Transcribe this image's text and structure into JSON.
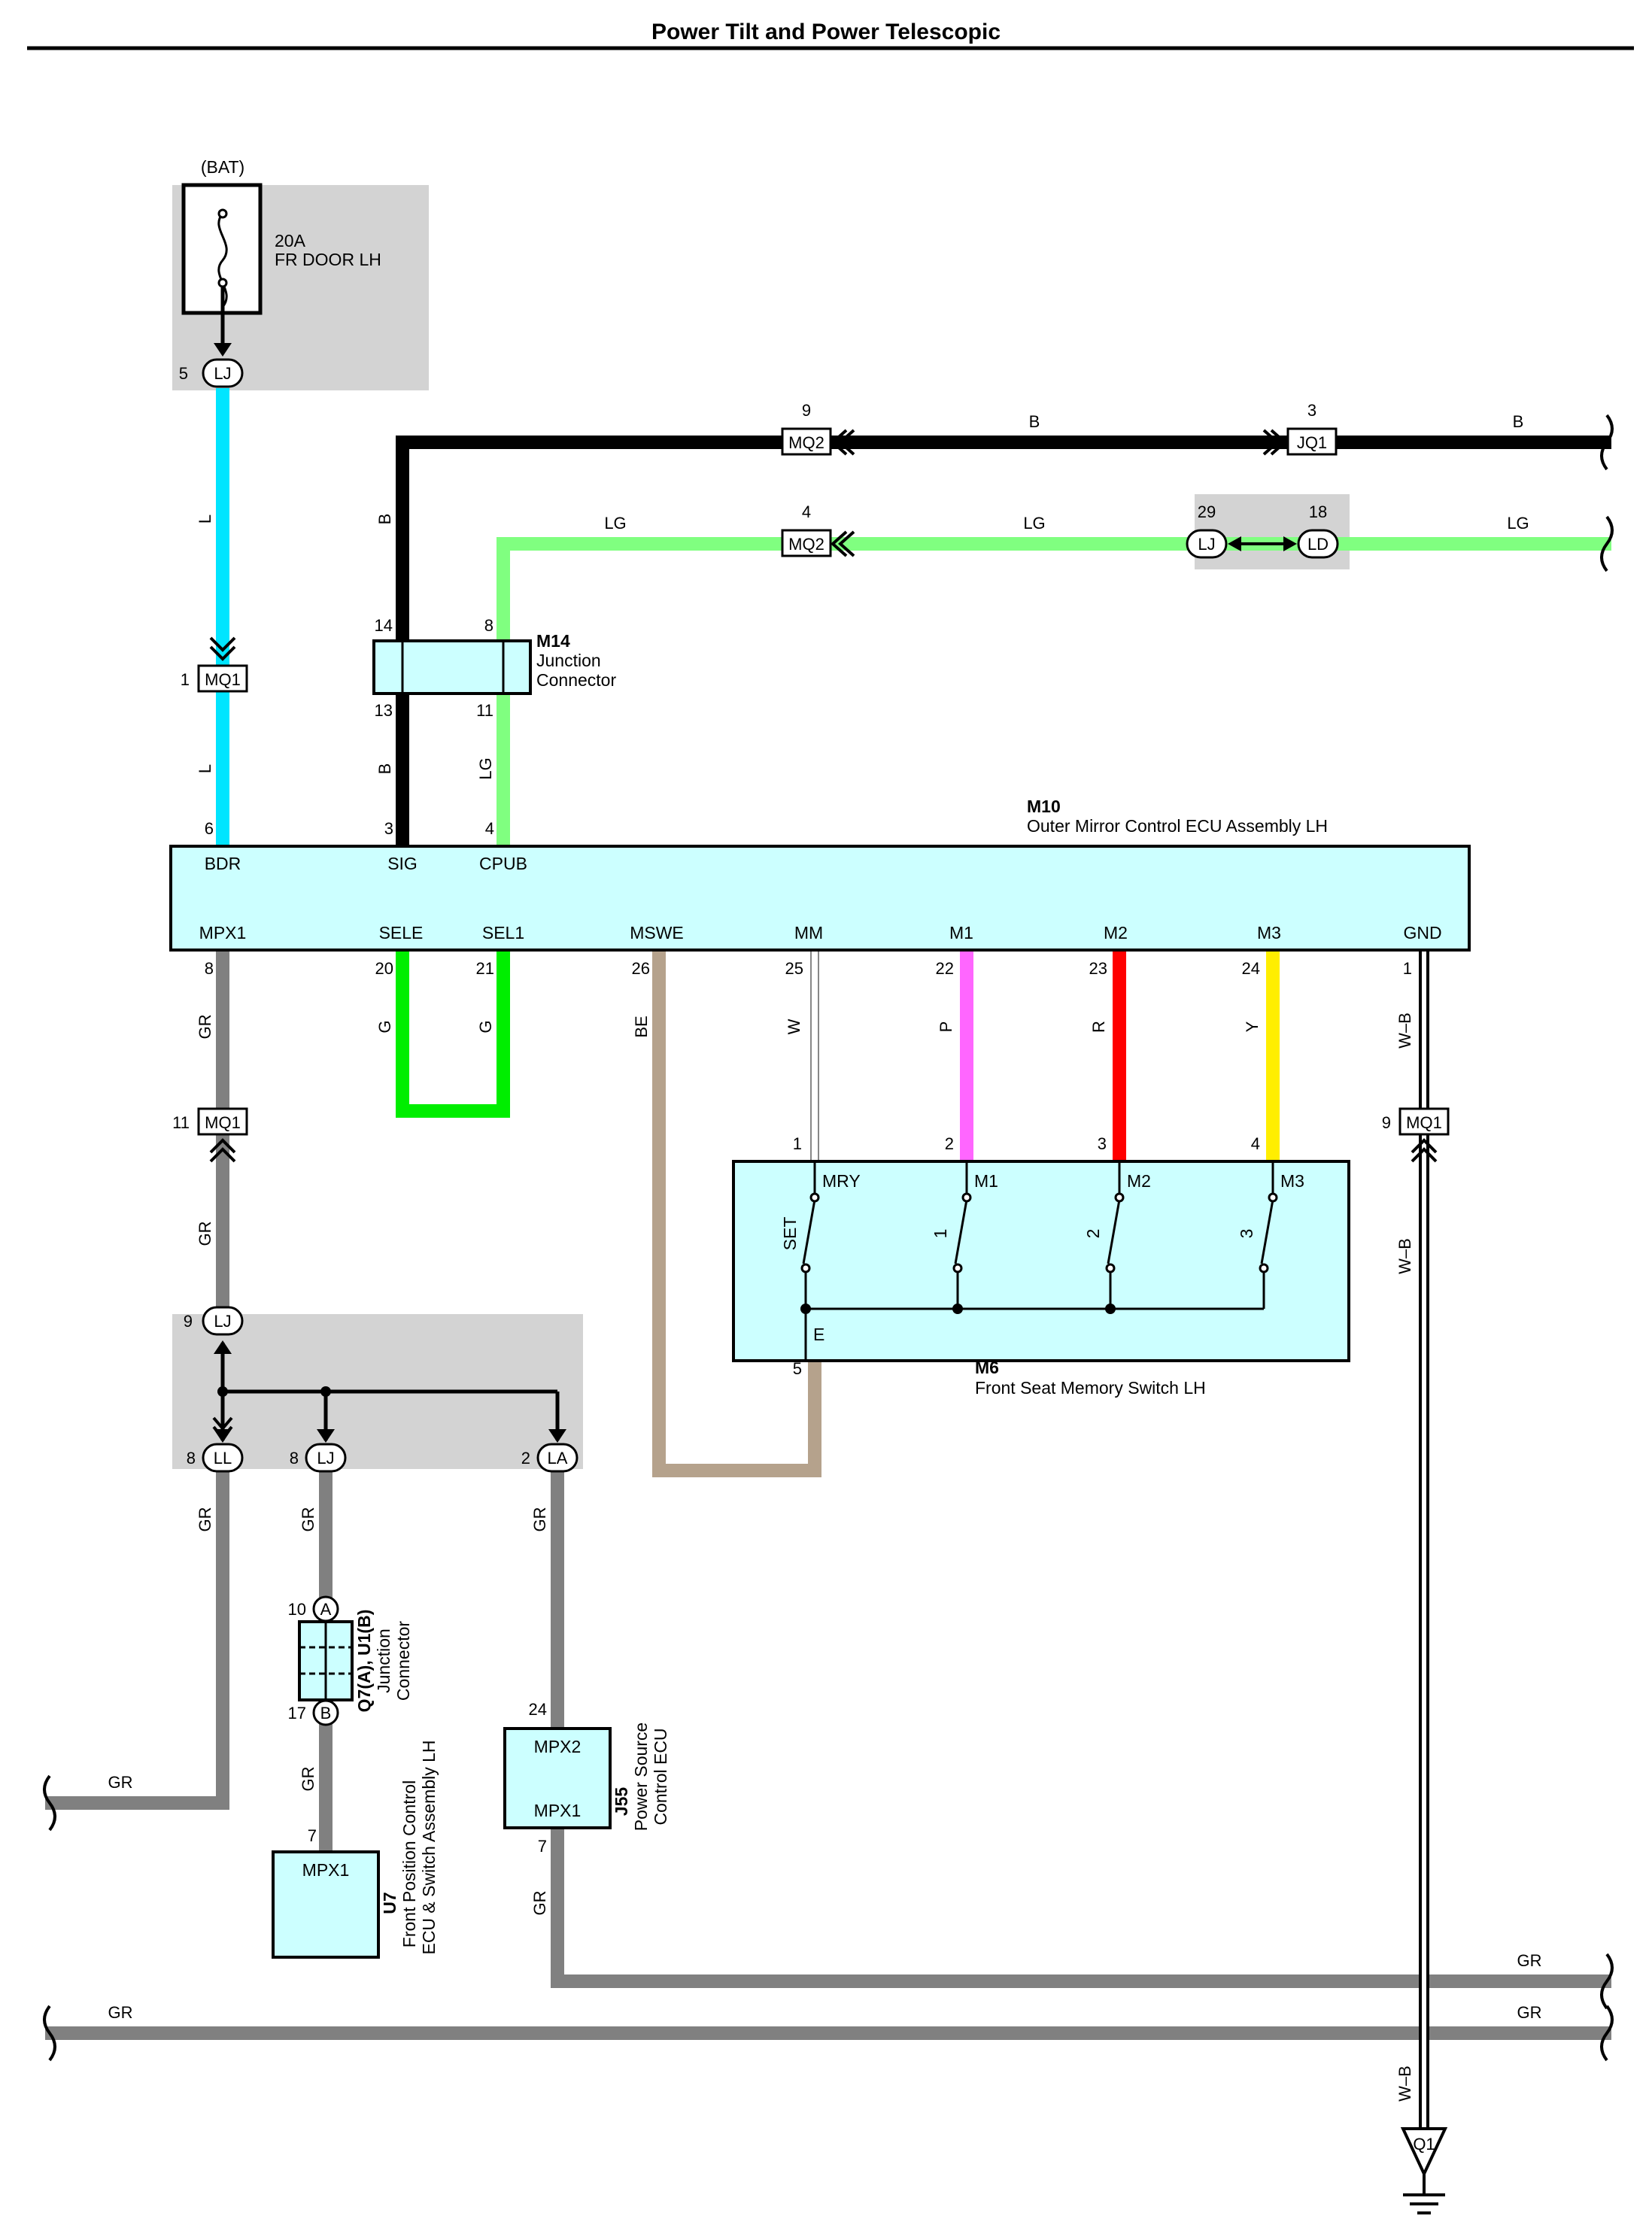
{
  "title": "Power Tilt and Power Telescopic",
  "colors": {
    "L": "#00e5ff",
    "B": "#000000",
    "LG": "#80ff80",
    "G": "#00ee00",
    "GR": "#808080",
    "BE": "#b5a28c",
    "P": "#ff66ff",
    "R": "#ff0000",
    "Y": "#ffee00",
    "W": "#ffffff",
    "component": "#ccffff",
    "shade": "#d3d3d3"
  },
  "fuse": {
    "source": "(BAT)",
    "rating": "20A",
    "name": "FR DOOR LH",
    "pin": "5",
    "conn": "LJ"
  },
  "wire_codes": {
    "L": "L",
    "B": "B",
    "LG": "LG",
    "G": "G",
    "GR": "GR",
    "BE": "BE",
    "W": "W",
    "P": "P",
    "R": "R",
    "Y": "Y",
    "WB": "W–B"
  },
  "connectors": {
    "mq2_top": {
      "pin": "9",
      "name": "MQ2"
    },
    "jq1": {
      "pin": "3",
      "name": "JQ1"
    },
    "mq2_lg": {
      "pin": "4",
      "name": "MQ2"
    },
    "lj29": {
      "pin": "29",
      "name": "LJ"
    },
    "ld18": {
      "pin": "18",
      "name": "LD"
    },
    "mq1_1": {
      "pin": "1",
      "name": "MQ1"
    },
    "mq1_11": {
      "pin": "11",
      "name": "MQ1"
    },
    "mq1_9": {
      "pin": "9",
      "name": "MQ1"
    },
    "lj9": {
      "pin": "9",
      "name": "LJ"
    },
    "ll8": {
      "pin": "8",
      "name": "LL"
    },
    "lj8": {
      "pin": "8",
      "name": "LJ"
    },
    "la2": {
      "pin": "2",
      "name": "LA"
    }
  },
  "m14": {
    "code": "M14",
    "line1": "Junction",
    "line2": "Connector",
    "pins": [
      "14",
      "8",
      "13",
      "11"
    ]
  },
  "m10": {
    "code": "M10",
    "name": "Outer Mirror Control ECU Assembly LH",
    "top_terms": [
      {
        "label": "BDR",
        "pin": "6"
      },
      {
        "label": "SIG",
        "pin": "3"
      },
      {
        "label": "CPUB",
        "pin": "4"
      }
    ],
    "bottom_terms": [
      {
        "label": "MPX1",
        "pin": "8"
      },
      {
        "label": "SELE",
        "pin": "20"
      },
      {
        "label": "SEL1",
        "pin": "21"
      },
      {
        "label": "MSWE",
        "pin": "26"
      },
      {
        "label": "MM",
        "pin": "25"
      },
      {
        "label": "M1",
        "pin": "22"
      },
      {
        "label": "M2",
        "pin": "23"
      },
      {
        "label": "M3",
        "pin": "24"
      },
      {
        "label": "GND",
        "pin": "1"
      }
    ]
  },
  "m6": {
    "code": "M6",
    "name": "Front Seat Memory Switch LH",
    "terms": [
      "MRY",
      "M1",
      "M2",
      "M3"
    ],
    "pins": [
      "1",
      "2",
      "3",
      "4"
    ],
    "switches": [
      "SET",
      "1",
      "2",
      "3"
    ],
    "e_label": "E",
    "e_pin": "5"
  },
  "q7": {
    "code": "Q7(A), U1(B)",
    "line1": "Junction",
    "line2": "Connector",
    "pin_a": "10",
    "a": "A",
    "pin_b": "17",
    "b": "B"
  },
  "u7": {
    "code": "U7",
    "line1": "Front Position Control",
    "line2": "ECU & Switch Assembly LH",
    "term": "MPX1",
    "pin": "7"
  },
  "j55": {
    "code": "J55",
    "line1": "Power Source",
    "line2": "Control ECU",
    "term_top": "MPX2",
    "pin_top": "24",
    "term_bot": "MPX1",
    "pin_bot": "7"
  },
  "ground": {
    "name": "Q1"
  }
}
